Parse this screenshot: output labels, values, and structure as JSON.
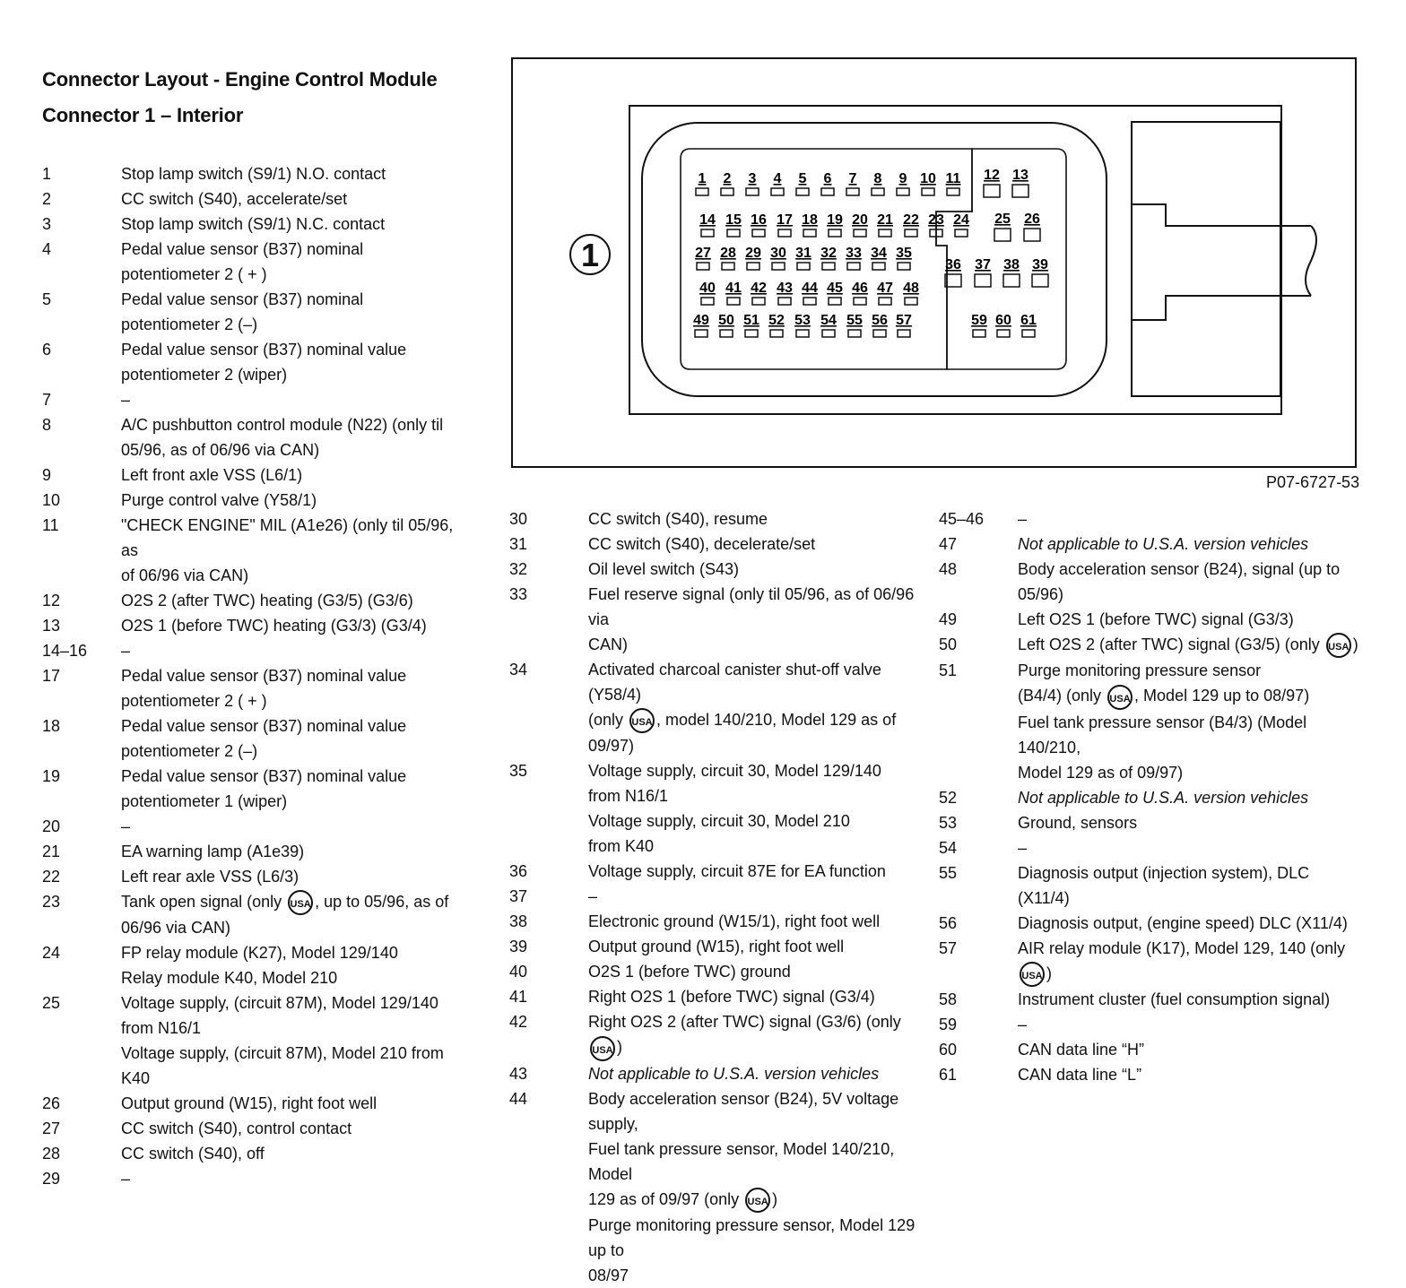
{
  "header": {
    "title": "Connector Layout - Engine Control Module",
    "subtitle": "Connector 1 – Interior"
  },
  "connector_label": "1",
  "figure_ref": "P07-6727-53",
  "usa_symbol": "USA",
  "pin_numbers": [
    "1",
    "2",
    "3",
    "4",
    "5",
    "6",
    "7",
    "8",
    "9",
    "10",
    "11",
    "12",
    "13",
    "14",
    "15",
    "16",
    "17",
    "18",
    "19",
    "20",
    "21",
    "22",
    "23",
    "24",
    "25",
    "26",
    "27",
    "28",
    "29",
    "30",
    "31",
    "32",
    "33",
    "34",
    "35",
    "36",
    "37",
    "38",
    "39",
    "40",
    "41",
    "42",
    "43",
    "44",
    "45",
    "46",
    "47",
    "48",
    "49",
    "50",
    "51",
    "52",
    "53",
    "54",
    "55",
    "56",
    "57",
    "58",
    "59",
    "60",
    "61"
  ],
  "columns": [
    {
      "entries": [
        {
          "pin": "1",
          "lines": [
            "Stop lamp switch (S9/1) N.O. contact"
          ]
        },
        {
          "pin": "2",
          "lines": [
            "CC switch (S40), accelerate/set"
          ]
        },
        {
          "pin": "3",
          "lines": [
            "Stop lamp switch (S9/1) N.C. contact"
          ]
        },
        {
          "pin": "4",
          "lines": [
            "Pedal value sensor (B37) nominal\npotentiometer 2 ( + )"
          ]
        },
        {
          "pin": "5",
          "lines": [
            "Pedal value sensor (B37) nominal\npotentiometer 2 (–)"
          ]
        },
        {
          "pin": "6",
          "lines": [
            "Pedal value sensor (B37) nominal value\npotentiometer 2 (wiper)"
          ]
        },
        {
          "pin": "7",
          "lines": [
            "–"
          ]
        },
        {
          "pin": "8",
          "lines": [
            "A/C pushbutton control module (N22) (only til\n05/96, as of 06/96 via CAN)"
          ]
        },
        {
          "pin": "9",
          "lines": [
            "Left front axle VSS (L6/1)"
          ]
        },
        {
          "pin": "10",
          "lines": [
            "Purge control valve  (Y58/1)"
          ]
        },
        {
          "pin": "11",
          "lines": [
            "\"CHECK ENGINE\" MIL (A1e26) (only til 05/96, as\nof 06/96 via CAN)"
          ]
        },
        {
          "pin": "12",
          "lines": [
            "O2S 2 (after TWC) heating (G3/5) (G3/6)"
          ]
        },
        {
          "pin": "13",
          "lines": [
            "O2S 1 (before TWC) heating (G3/3) (G3/4)"
          ]
        },
        {
          "pin": "14–16",
          "lines": [
            "–"
          ]
        },
        {
          "pin": "17",
          "lines": [
            "Pedal value sensor (B37) nominal value\npotentiometer 2 ( + )"
          ]
        },
        {
          "pin": "18",
          "lines": [
            "Pedal value sensor (B37) nominal value\npotentiometer 2 (–)"
          ]
        },
        {
          "pin": "19",
          "lines": [
            "Pedal value sensor (B37) nominal value\npotentiometer 1 (wiper)"
          ]
        },
        {
          "pin": "20",
          "lines": [
            "–"
          ]
        },
        {
          "pin": "21",
          "lines": [
            "EA warning lamp (A1e39)"
          ]
        },
        {
          "pin": "22",
          "lines": [
            "Left rear axle VSS (L6/3)"
          ]
        },
        {
          "pin": "23",
          "lines": [
            "Tank open signal (only {USA},  up to 05/96, as of\n06/96 via CAN)"
          ]
        },
        {
          "pin": "24",
          "lines": [
            "FP relay module (K27), Model 129/140\nRelay module K40, Model 210"
          ]
        },
        {
          "pin": "25",
          "lines": [
            "Voltage supply, (circuit 87M), Model 129/140\nfrom N16/1\nVoltage supply, (circuit 87M), Model 210 from K40"
          ]
        },
        {
          "pin": "26",
          "lines": [
            "Output ground (W15), right foot well"
          ]
        },
        {
          "pin": "27",
          "lines": [
            "CC switch (S40), control contact"
          ]
        },
        {
          "pin": "28",
          "lines": [
            "CC switch (S40), off"
          ]
        },
        {
          "pin": "29",
          "lines": [
            "–"
          ]
        }
      ]
    },
    {
      "entries": [
        {
          "pin": "30",
          "lines": [
            "CC switch (S40), resume"
          ]
        },
        {
          "pin": "31",
          "lines": [
            "CC switch (S40), decelerate/set"
          ]
        },
        {
          "pin": "32",
          "lines": [
            "Oil level switch (S43)"
          ]
        },
        {
          "pin": "33",
          "lines": [
            "Fuel reserve signal (only til 05/96, as of 06/96 via\nCAN)"
          ]
        },
        {
          "pin": "34",
          "lines": [
            "Activated charcoal canister shut-off valve (Y58/4)\n(only {USA}, model 140/210, Model 129 as of 09/97)"
          ]
        },
        {
          "pin": "35",
          "lines": [
            "Voltage supply, circuit 30, Model 129/140\nfrom N16/1\nVoltage supply, circuit 30, Model 210\nfrom K40"
          ]
        },
        {
          "pin": "36",
          "lines": [
            "Voltage supply, circuit 87E for EA function"
          ]
        },
        {
          "pin": "37",
          "lines": [
            "–"
          ]
        },
        {
          "pin": "38",
          "lines": [
            "Electronic ground (W15/1), right foot well"
          ]
        },
        {
          "pin": "39",
          "lines": [
            "Output ground (W15), right foot well"
          ]
        },
        {
          "pin": "40",
          "lines": [
            "O2S 1 (before TWC) ground"
          ]
        },
        {
          "pin": "41",
          "lines": [
            "Right O2S 1 (before TWC) signal (G3/4)"
          ]
        },
        {
          "pin": "42",
          "lines": [
            "Right O2S 2 (after TWC) signal (G3/6) (only {USA})"
          ]
        },
        {
          "pin": "43",
          "lines": [
            "Not applicable to U.S.A. version vehicles"
          ],
          "italic": true
        },
        {
          "pin": "44",
          "lines": [
            "Body acceleration sensor (B24), 5V voltage supply,\nFuel tank pressure sensor, Model 140/210, Model\n129 as of 09/97 (only {USA})\nPurge monitoring pressure sensor, Model 129 up to\n08/97"
          ]
        }
      ]
    },
    {
      "entries": [
        {
          "pin": "45–46",
          "lines": [
            "–"
          ]
        },
        {
          "pin": "47",
          "lines": [
            "Not applicable to U.S.A. version vehicles"
          ],
          "italic": true
        },
        {
          "pin": "48",
          "lines": [
            "Body acceleration sensor (B24), signal (up to\n05/96)"
          ]
        },
        {
          "pin": "49",
          "lines": [
            "Left O2S 1 (before TWC) signal (G3/3)"
          ]
        },
        {
          "pin": "50",
          "lines": [
            "Left O2S 2 (after TWC) signal (G3/5) (only {USA})"
          ]
        },
        {
          "pin": "51",
          "lines": [
            "Purge monitoring pressure sensor\n(B4/4) (only {USA}, Model 129 up to 08/97)\nFuel tank pressure sensor (B4/3) (Model 140/210,\nModel 129 as of 09/97)"
          ]
        },
        {
          "pin": "52",
          "lines": [
            "Not applicable to U.S.A. version vehicles"
          ],
          "italic": true
        },
        {
          "pin": "53",
          "lines": [
            "Ground, sensors"
          ]
        },
        {
          "pin": "54",
          "lines": [
            "–"
          ]
        },
        {
          "pin": "55",
          "lines": [
            "Diagnosis output (injection system), DLC (X11/4)"
          ]
        },
        {
          "pin": "56",
          "lines": [
            "Diagnosis output, (engine speed) DLC (X11/4)"
          ]
        },
        {
          "pin": "57",
          "lines": [
            "AIR relay module (K17), Model 129, 140 (only\n{USA})"
          ]
        },
        {
          "pin": "58",
          "lines": [
            "Instrument cluster (fuel consumption signal)"
          ]
        },
        {
          "pin": "59",
          "lines": [
            "–"
          ]
        },
        {
          "pin": "60",
          "lines": [
            "CAN data line “H”"
          ]
        },
        {
          "pin": "61",
          "lines": [
            "CAN data line “L”"
          ]
        }
      ]
    }
  ]
}
